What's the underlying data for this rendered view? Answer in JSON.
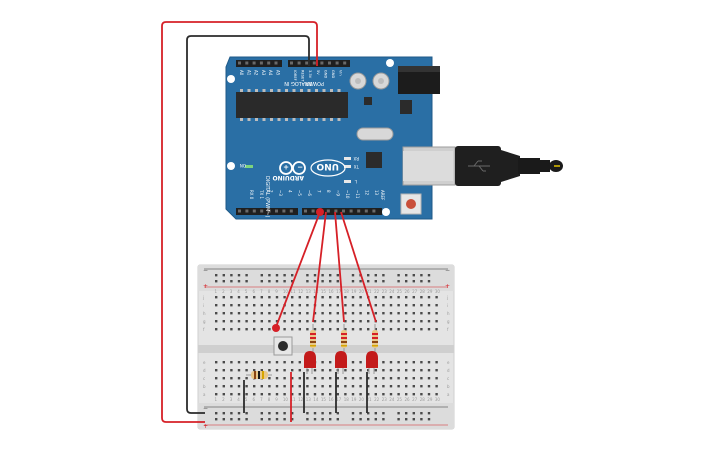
{
  "board": {
    "brand": "ARDUINO",
    "model": "UNO",
    "on_label": "ON",
    "analog_label": "ANALOG IN",
    "power_label": "POWER",
    "digital_label": "DIGITAL (PWM~)",
    "tx_label": "TX",
    "rx_label": "RX",
    "l_label": "L",
    "aref_label": "AREF",
    "gnd_label": "GND",
    "analog_pins": [
      "A0",
      "A1",
      "A2",
      "A3",
      "A4",
      "A5"
    ],
    "power_pins": [
      "IOREF",
      "RESET",
      "3.3V",
      "5V",
      "GND",
      "GND",
      "Vin"
    ],
    "digital_pins": [
      "13",
      "12",
      "~11",
      "~10",
      "~9",
      "8",
      "7",
      "~6",
      "~5",
      "4",
      "~3",
      "2",
      "TX 1",
      "RX 0"
    ]
  },
  "breadboard": {
    "row_letters_top": [
      "j",
      "i",
      "h",
      "g",
      "f"
    ],
    "row_letters_bottom": [
      "e",
      "d",
      "c",
      "b",
      "a"
    ],
    "minus": "−",
    "plus": "+",
    "columns": 30
  },
  "colors": {
    "board": "#2a6fa5",
    "board_edge": "#1f5a88",
    "wire_red": "#d62027",
    "wire_black": "#2b2b2b",
    "led": "#c31a1a",
    "breadboard": "#e2e2e2"
  },
  "components": {
    "leds": 3,
    "resistors": 4,
    "pushbuttons": 1
  }
}
